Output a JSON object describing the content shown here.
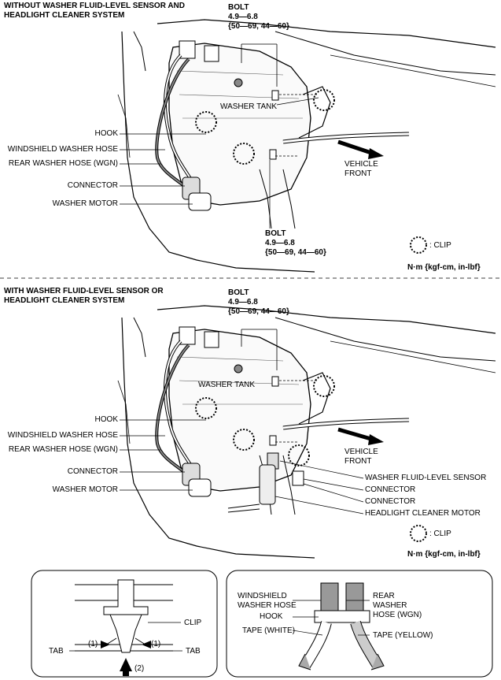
{
  "section1": {
    "title": "WITHOUT WASHER FLUID-LEVEL SENSOR AND HEADLIGHT CLEANER SYSTEM",
    "bolt_top": {
      "name": "BOLT",
      "value": "4.9—6.8",
      "alt": "{50—69, 44—60}"
    },
    "bolt_bottom": {
      "name": "BOLT",
      "value": "4.9—6.8",
      "alt": "{50—69, 44—60}"
    },
    "labels": {
      "washer_tank": "WASHER TANK",
      "hook": "HOOK",
      "windshield_hose": "WINDSHIELD WASHER HOSE",
      "rear_hose": "REAR WASHER HOSE (WGN)",
      "connector": "CONNECTOR",
      "washer_motor": "WASHER MOTOR",
      "vehicle_front": "VEHICLE FRONT"
    },
    "legend_clip": ": CLIP",
    "unit": "N·m {kgf-cm, in-lbf}"
  },
  "section2": {
    "title": "WITH WASHER FLUID-LEVEL SENSOR OR HEADLIGHT CLEANER SYSTEM",
    "bolt_top": {
      "name": "BOLT",
      "value": "4.9—6.8",
      "alt": "{50—69, 44—60}"
    },
    "labels": {
      "washer_tank": "WASHER TANK",
      "hook": "HOOK",
      "windshield_hose": "WINDSHIELD WASHER HOSE",
      "rear_hose": "REAR WASHER HOSE (WGN)",
      "connector": "CONNECTOR",
      "washer_motor": "WASHER MOTOR",
      "vehicle_front": "VEHICLE FRONT",
      "fluid_sensor": "WASHER FLUID-LEVEL SENSOR",
      "connector_a": "CONNECTOR",
      "connector_b": "CONNECTOR",
      "headlight_motor": "HEADLIGHT CLEANER MOTOR"
    },
    "legend_clip": ": CLIP",
    "unit": "N·m {kgf-cm, in-lbf}"
  },
  "detail_clip": {
    "clip": "CLIP",
    "tab_left": "TAB",
    "tab_right": "TAB",
    "step1_left": "(1)",
    "step1_right": "(1)",
    "step2": "(2)"
  },
  "detail_hose": {
    "windshield_hose": "WINDSHIELD WASHER HOSE",
    "hook": "HOOK",
    "tape_white": "TAPE (WHITE)",
    "rear_hose": "REAR WASHER HOSE (WGN)",
    "tape_yellow": "TAPE (YELLOW)"
  }
}
